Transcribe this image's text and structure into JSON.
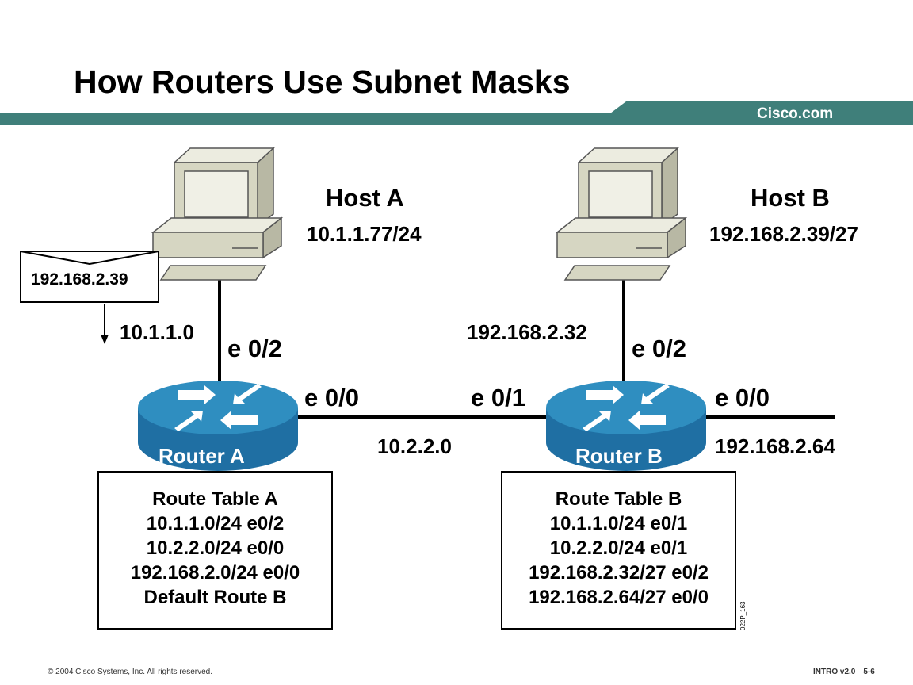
{
  "slide": {
    "title": "How Routers Use Subnet Masks",
    "brand": "Cisco.com"
  },
  "colors": {
    "header_bar": "#3f7f7a",
    "router_top": "#2f8ec0",
    "router_side": "#1f6fa3",
    "computer_body": "#d6d6c2",
    "computer_screen": "#f0f0e6"
  },
  "hosts": {
    "a": {
      "name": "Host A",
      "ip": "10.1.1.77/24",
      "icon": "computer-icon"
    },
    "b": {
      "name": "Host B",
      "ip": "192.168.2.39/27",
      "icon": "computer-icon"
    }
  },
  "packet": {
    "destination": "192.168.2.39",
    "icon": "envelope-icon"
  },
  "networks": {
    "net_a": "10.1.1.0",
    "net_b": "192.168.2.32",
    "link": "10.2.2.0",
    "net_c": "192.168.2.64"
  },
  "interfaces": {
    "a_e02": "e 0/2",
    "a_e00": "e 0/0",
    "b_e01": "e 0/1",
    "b_e02": "e 0/2",
    "b_e00": "e 0/0"
  },
  "routers": {
    "a": {
      "name": "Router A",
      "icon": "router-icon"
    },
    "b": {
      "name": "Router B",
      "icon": "router-icon"
    }
  },
  "route_tables": {
    "a": {
      "title": "Route Table A",
      "entries": [
        "10.1.1.0/24  e0/2",
        "10.2.2.0/24  e0/0",
        "192.168.2.0/24  e0/0",
        "Default Route B"
      ]
    },
    "b": {
      "title": "Route Table B",
      "entries": [
        "10.1.1.0/24  e0/1",
        "10.2.2.0/24  e0/1",
        "192.168.2.32/27 e0/2",
        "192.168.2.64/27 e0/0"
      ]
    }
  },
  "footer": {
    "copyright": "© 2004 Cisco Systems, Inc. All rights reserved.",
    "course": "INTRO v2.0—5-6",
    "figure_id": "022P_163"
  }
}
